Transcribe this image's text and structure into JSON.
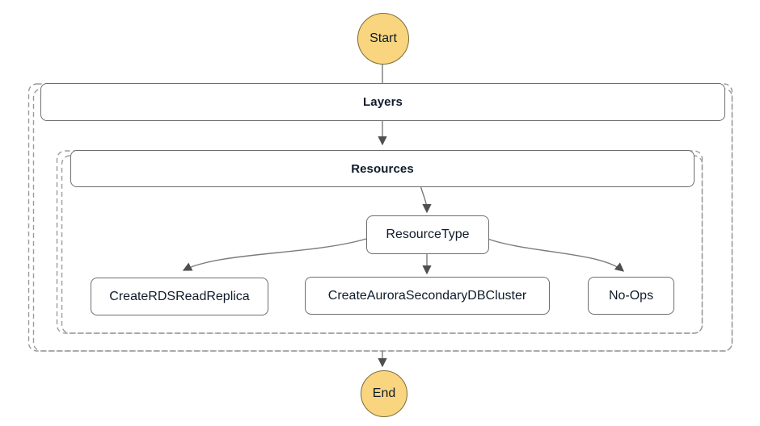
{
  "diagram": {
    "type": "workflow-state-machine",
    "nodes": {
      "start": {
        "label": "Start",
        "kind": "terminal"
      },
      "layers": {
        "label": "Layers",
        "kind": "group"
      },
      "resources": {
        "label": "Resources",
        "kind": "group"
      },
      "resource_type": {
        "label": "ResourceType",
        "kind": "state"
      },
      "create_rds_read_replica": {
        "label": "CreateRDSReadReplica",
        "kind": "state"
      },
      "create_aurora_secondary_db_cluster": {
        "label": "CreateAuroraSecondaryDBCluster",
        "kind": "state"
      },
      "no_ops": {
        "label": "No-Ops",
        "kind": "state"
      },
      "end": {
        "label": "End",
        "kind": "terminal"
      }
    },
    "edges": [
      {
        "from": "Start",
        "to": "Layers"
      },
      {
        "from": "Layers",
        "to": "Resources"
      },
      {
        "from": "Resources",
        "to": "ResourceType"
      },
      {
        "from": "ResourceType",
        "to": "CreateRDSReadReplica"
      },
      {
        "from": "ResourceType",
        "to": "CreateAuroraSecondaryDBCluster"
      },
      {
        "from": "ResourceType",
        "to": "No-Ops"
      },
      {
        "from": "Layers",
        "to": "End"
      }
    ],
    "colors": {
      "terminal_fill": "#f8d57e",
      "terminal_border": "#7d6b3a",
      "node_border": "#6e6e6e",
      "group_dashed_border": "#9b9b9b",
      "edge": "#7b7b7b",
      "arrowhead": "#4f4f4f",
      "text": "#0f1b2a",
      "background": "#ffffff"
    }
  }
}
